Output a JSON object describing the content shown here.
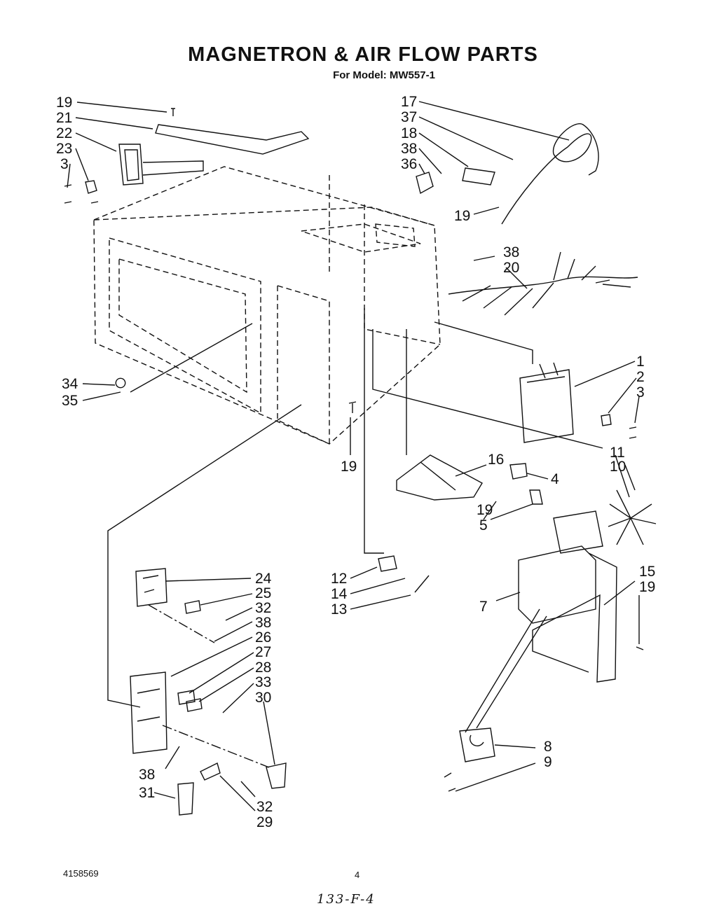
{
  "title": "MAGNETRON & AIR FLOW PARTS",
  "subtitle": "For Model: MW557-1",
  "callouts": {
    "c19a": "19",
    "c21": "21",
    "c22": "22",
    "c23": "23",
    "c3a": "3",
    "c17": "17",
    "c37": "37",
    "c18": "18",
    "c38a": "38",
    "c36": "36",
    "c19b": "19",
    "c38b": "38",
    "c20": "20",
    "c1": "1",
    "c2": "2",
    "c3b": "3",
    "c34": "34",
    "c35": "35",
    "c19c": "19",
    "c16": "16",
    "c4": "4",
    "c19d": "19",
    "c5": "5",
    "c11": "11",
    "c10": "10",
    "c24": "24",
    "c25": "25",
    "c32a": "32",
    "c38c": "38",
    "c26": "26",
    "c27": "27",
    "c28": "28",
    "c33": "33",
    "c30": "30",
    "c12": "12",
    "c14": "14",
    "c13": "13",
    "c15": "15",
    "c19e": "19",
    "c7": "7",
    "c8": "8",
    "c9": "9",
    "c38d": "38",
    "c31": "31",
    "c32b": "32",
    "c29": "29"
  },
  "footer": {
    "doc_number": "4158569",
    "page_number": "4",
    "handwritten": "133-F-4"
  }
}
